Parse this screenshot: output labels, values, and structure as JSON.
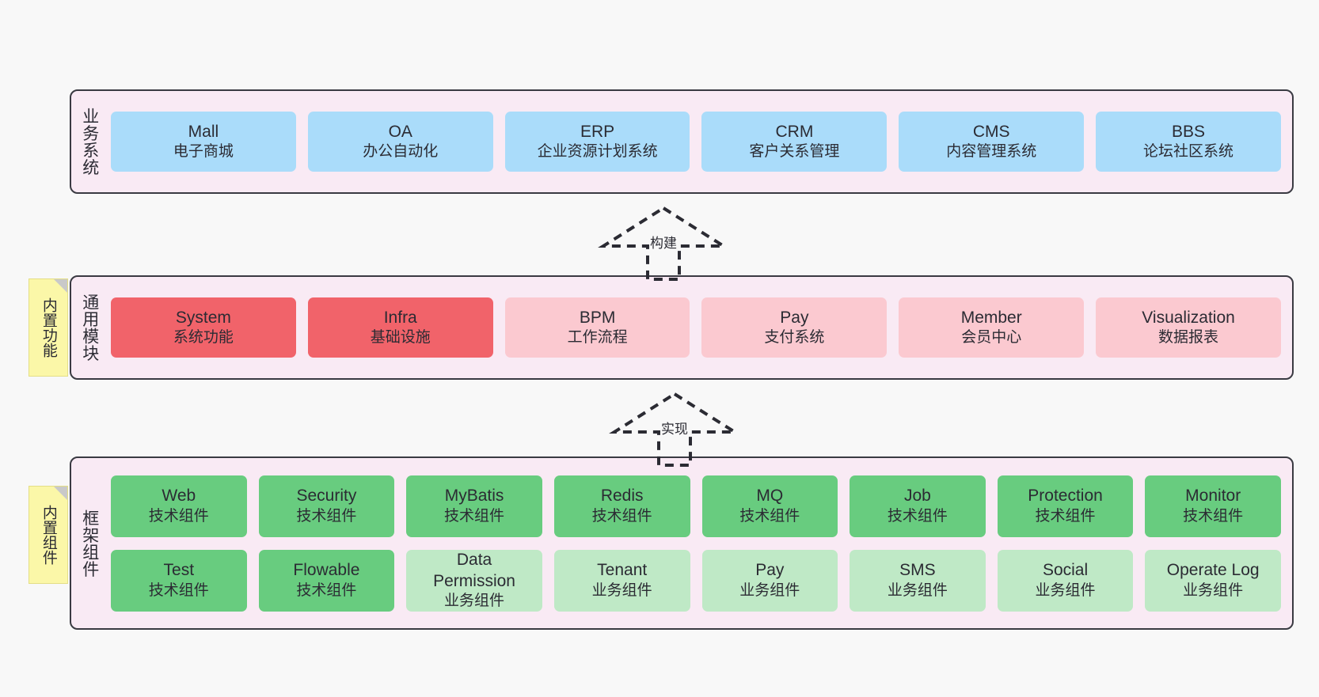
{
  "diagram": {
    "title": "",
    "colors": {
      "panel_bg": "#f9eaf4",
      "panel_border": "#3a3a42",
      "business": "#aadcfa",
      "core": "#f1636a",
      "module": "#fbc9d0",
      "tech_component": "#68cc7f",
      "biz_component": "#bfe9c6",
      "sticky": "#fbf7a8"
    }
  },
  "layers": {
    "business": {
      "title": "业务系统",
      "cards": [
        {
          "name": "Mall",
          "desc": "电子商城"
        },
        {
          "name": "OA",
          "desc": "办公自动化"
        },
        {
          "name": "ERP",
          "desc": "企业资源计划系统"
        },
        {
          "name": "CRM",
          "desc": "客户关系管理"
        },
        {
          "name": "CMS",
          "desc": "内容管理系统"
        },
        {
          "name": "BBS",
          "desc": "论坛社区系统"
        }
      ]
    },
    "common": {
      "title": "通用模块",
      "sticky": "内置功能",
      "cards": [
        {
          "name": "System",
          "desc": "系统功能"
        },
        {
          "name": "Infra",
          "desc": "基础设施"
        },
        {
          "name": "BPM",
          "desc": "工作流程"
        },
        {
          "name": "Pay",
          "desc": "支付系统"
        },
        {
          "name": "Member",
          "desc": "会员中心"
        },
        {
          "name": "Visualization",
          "desc": "数据报表"
        }
      ]
    },
    "framework": {
      "title": "框架组件",
      "sticky": "内置组件",
      "row1": [
        {
          "name": "Web",
          "desc": "技术组件"
        },
        {
          "name": "Security",
          "desc": "技术组件"
        },
        {
          "name": "MyBatis",
          "desc": "技术组件"
        },
        {
          "name": "Redis",
          "desc": "技术组件"
        },
        {
          "name": "MQ",
          "desc": "技术组件"
        },
        {
          "name": "Job",
          "desc": "技术组件"
        },
        {
          "name": "Protection",
          "desc": "技术组件"
        },
        {
          "name": "Monitor",
          "desc": "技术组件"
        }
      ],
      "row2": [
        {
          "name": "Test",
          "desc": "技术组件"
        },
        {
          "name": "Flowable",
          "desc": "技术组件"
        },
        {
          "name": "Data",
          "name2": "Permission",
          "desc": "业务组件"
        },
        {
          "name": "Tenant",
          "desc": "业务组件"
        },
        {
          "name": "Pay",
          "desc": "业务组件"
        },
        {
          "name": "SMS",
          "desc": "业务组件"
        },
        {
          "name": "Social",
          "desc": "业务组件"
        },
        {
          "name": "Operate Log",
          "desc": "业务组件"
        }
      ]
    }
  },
  "arrows": {
    "build": "构建",
    "implement": "实现"
  }
}
